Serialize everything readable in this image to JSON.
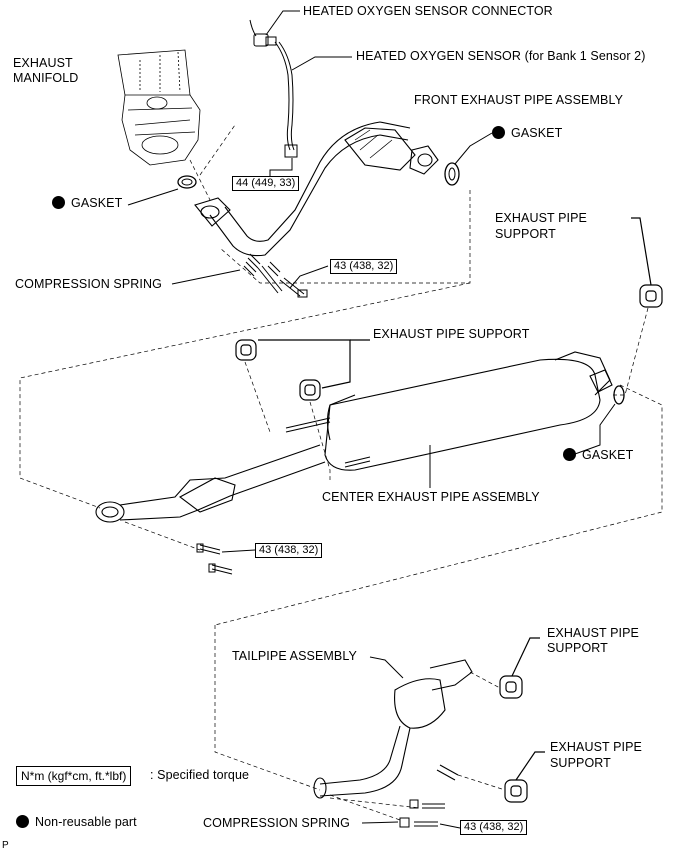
{
  "labels": {
    "heated_oxygen_sensor_connector": "HEATED OXYGEN SENSOR CONNECTOR",
    "heated_oxygen_sensor": "HEATED OXYGEN SENSOR (for Bank 1 Sensor 2)",
    "exhaust_manifold_line1": "EXHAUST",
    "exhaust_manifold_line2": "MANIFOLD",
    "front_exhaust_pipe_assembly": "FRONT EXHAUST PIPE ASSEMBLY",
    "gasket": "GASKET",
    "exhaust_pipe_support_line1": "EXHAUST PIPE",
    "exhaust_pipe_support_line2": "SUPPORT",
    "exhaust_pipe_support_single": "EXHAUST PIPE SUPPORT",
    "compression_spring": "COMPRESSION SPRING",
    "center_exhaust_pipe_assembly": "CENTER EXHAUST PIPE ASSEMBLY",
    "tailpipe_assembly": "TAILPIPE ASSEMBLY"
  },
  "torques": {
    "sensor": "44 (449, 33)",
    "front_flange": "43 (438, 32)",
    "center_flange": "43 (438, 32)",
    "tail_flange": "43 (438, 32)"
  },
  "legend": {
    "torque_units": "N*m (kgf*cm, ft.*lbf)",
    "torque_desc": ": Specified torque",
    "non_reusable": "Non-reusable part"
  },
  "corner_mark": "P"
}
